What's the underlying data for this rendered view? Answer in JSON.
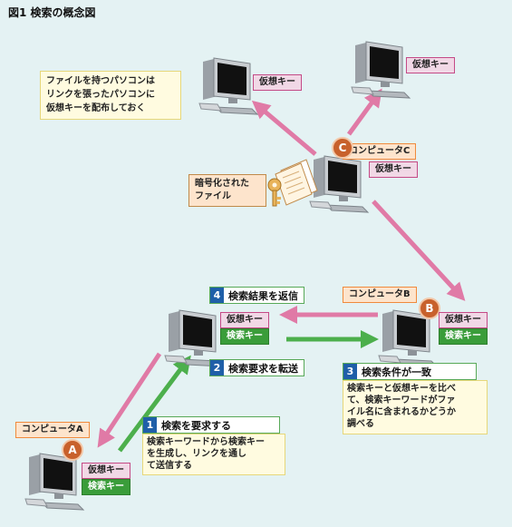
{
  "title": "図1 検索の概念図",
  "labels": {
    "virtual_key": "仮想キー",
    "search_key": "検索キー"
  },
  "computers": {
    "a": {
      "name": "コンピュータA",
      "badge": "A"
    },
    "b": {
      "name": "コンピュータB",
      "badge": "B"
    },
    "c": {
      "name": "コンピュータC",
      "badge": "C"
    }
  },
  "note_top": "ファイルを持つパソコンは\nリンクを張ったパソコンに\n仮想キーを配布しておく",
  "encrypted_file": "暗号化された\nファイル",
  "steps": [
    {
      "num": "1",
      "title": "検索を要求する",
      "desc": "検索キーワードから検索キー\nを生成し、リンクを通し\nて送信する"
    },
    {
      "num": "2",
      "title": "検索要求を転送",
      "desc": ""
    },
    {
      "num": "3",
      "title": "検索条件が一致",
      "desc": "検索キーと仮想キーを比べ\nて、検索キーワードがファ\nイル名に含まれるかどうか\n調べる"
    },
    {
      "num": "4",
      "title": "検索結果を返信",
      "desc": ""
    }
  ],
  "colors": {
    "background": "#e4f2f3",
    "pink_arrow": "#e07aa6",
    "green_arrow": "#4caf4c",
    "step_number": "#1f5fa8",
    "badge": "#c8612c"
  }
}
